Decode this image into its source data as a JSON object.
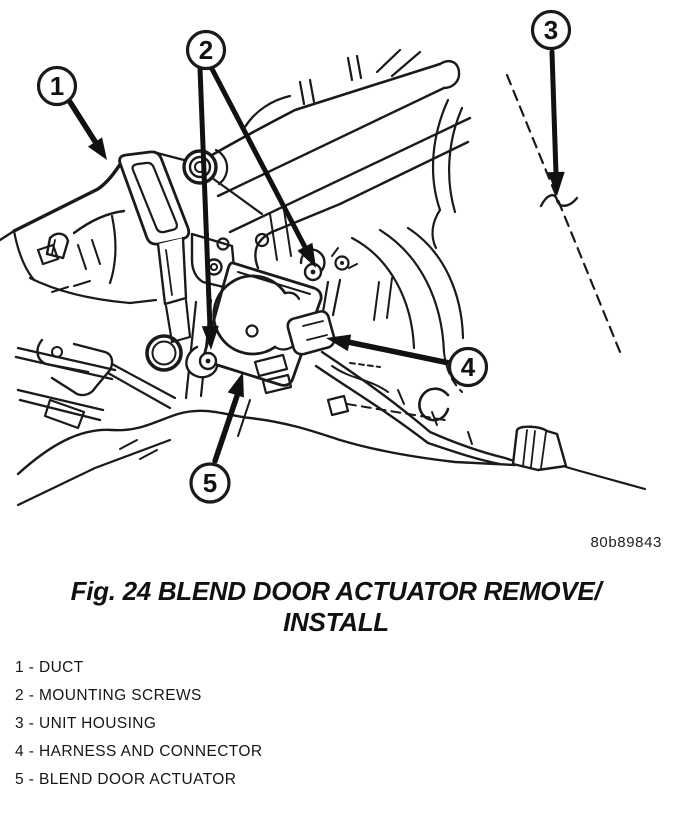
{
  "figure": {
    "image_code": "80b89843",
    "caption": {
      "line1": "Fig. 24 BLEND DOOR ACTUATOR REMOVE/",
      "line2": "INSTALL"
    },
    "callouts": [
      {
        "number": "1",
        "label": "DUCT"
      },
      {
        "number": "2",
        "label": "MOUNTING SCREWS"
      },
      {
        "number": "3",
        "label": "UNIT HOUSING"
      },
      {
        "number": "4",
        "label": "HARNESS AND CONNECTOR"
      },
      {
        "number": "5",
        "label": "BLEND DOOR ACTUATOR"
      }
    ],
    "legend": [
      {
        "text": "1 - DUCT"
      },
      {
        "text": "2 - MOUNTING SCREWS"
      },
      {
        "text": "3 - UNIT HOUSING"
      },
      {
        "text": "4 - HARNESS AND CONNECTOR"
      },
      {
        "text": "5 - BLEND DOOR ACTUATOR"
      }
    ]
  },
  "colors": {
    "ink": "#1a1a1a",
    "paper": "#ffffff"
  }
}
